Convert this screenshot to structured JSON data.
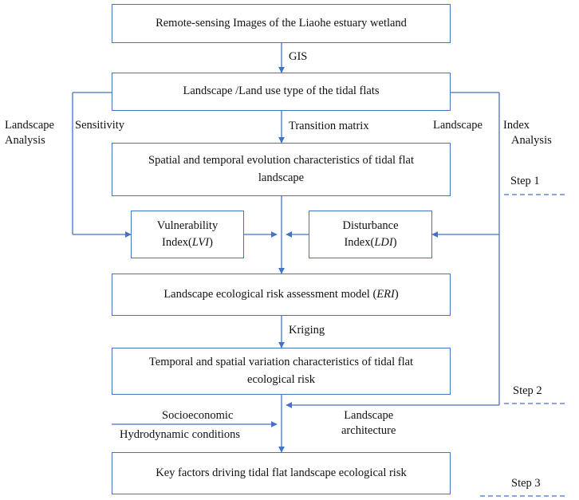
{
  "colors": {
    "line": "#4472C4",
    "text": "#111111",
    "background": "#ffffff"
  },
  "boxes": {
    "images": "Remote-sensing Images of  the Liaohe estuary wetland",
    "landuse": "Landscape /Land use type of the tidal flats",
    "evolution_1": "Spatial and temporal evolution characteristics of tidal flat",
    "evolution_2": "landscape",
    "lvi_1": "Vulnerability",
    "lvi_2_pre": "Index(",
    "lvi_2_em": "LVI",
    "lvi_2_post": ")",
    "ldi_1": "Disturbance",
    "ldi_2_pre": "Index(",
    "ldi_2_em": "LDI",
    "ldi_2_post": ")",
    "eri_pre": "Landscape ecological risk assessment model  (",
    "eri_em": "ERI",
    "eri_post": ")",
    "variation_1": "Temporal and spatial variation characteristics of tidal flat",
    "variation_2": "ecological risk",
    "factors": "Key factors  driving  tidal flat landscape ecological risk"
  },
  "labels": {
    "gis": "GIS",
    "transition": "Transition matrix",
    "kriging": "Kriging",
    "sens_landscape": "Landscape",
    "sens_analysis": "Analysis",
    "sensitivity": "Sensitivity",
    "index_landscape": "Landscape",
    "index": "Index",
    "index_analysis": "Analysis",
    "step1": "Step 1",
    "step2": "Step 2",
    "step3": "Step 3",
    "socioeconomic": "Socioeconomic",
    "hydrodynamic": "Hydrodynamic conditions",
    "architecture_1": "Landscape",
    "architecture_2": "architecture"
  }
}
